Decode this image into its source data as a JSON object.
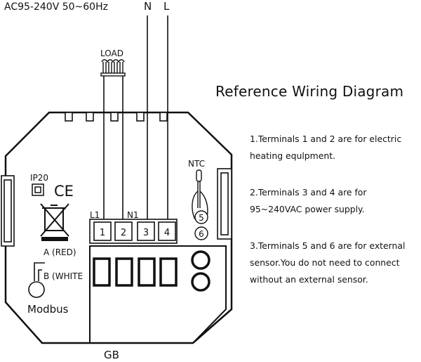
{
  "header": {
    "power_spec": "AC95-240V 50~60Hz"
  },
  "title": "Reference Wiring Diagram",
  "wires": {
    "neutral": "N",
    "live": "L",
    "load": "LOAD"
  },
  "device": {
    "ip_rating": "IP20",
    "ce_mark": "CE",
    "sensor": "NTC",
    "terminal_labels": {
      "l1": "L1",
      "n1": "N1"
    },
    "terminals": [
      "1",
      "2",
      "3",
      "4"
    ],
    "sensor_terminals": [
      "5",
      "6"
    ],
    "modbus": {
      "a": "A (RED)",
      "b": "B (WHITE",
      "label": "Modbus"
    },
    "standard": "GB"
  },
  "notes": [
    "1.Terminals 1 and 2 are for electric heating equlpment.",
    "2.Terminals 3 and 4 are for 95~240VAC power supply.",
    "3.Terminals 5 and 6 are for external sensor.You do not need to connect without an external sensor."
  ]
}
